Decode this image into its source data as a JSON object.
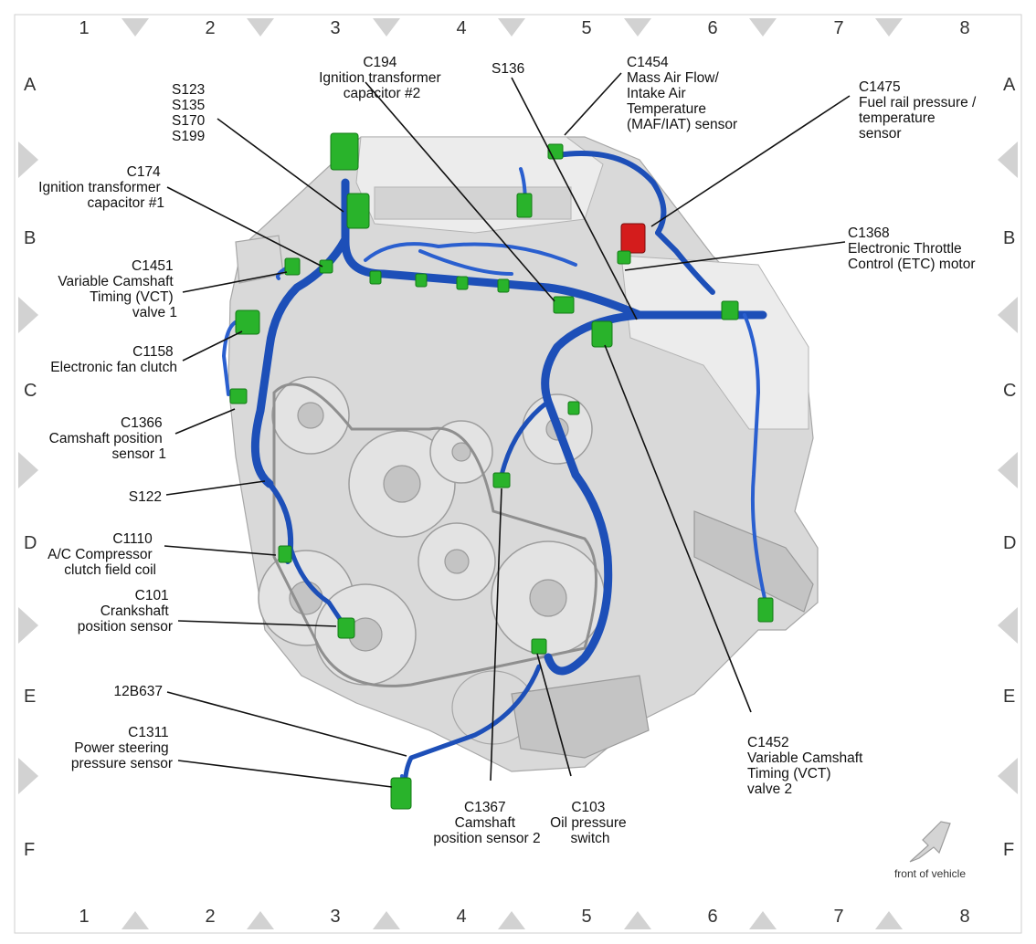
{
  "grid": {
    "columns": [
      "1",
      "2",
      "3",
      "4",
      "5",
      "6",
      "7",
      "8"
    ],
    "rows": [
      "A",
      "B",
      "C",
      "D",
      "E",
      "F"
    ]
  },
  "labels": {
    "c194": [
      "C194",
      "Ignition transformer",
      "capacitor #2"
    ],
    "s136": [
      "S136"
    ],
    "c1454": [
      "C1454",
      "Mass Air Flow/",
      "Intake Air",
      "Temperature",
      "(MAF/IAT) sensor"
    ],
    "c1475": [
      "C1475",
      "Fuel rail pressure /",
      "temperature",
      "sensor"
    ],
    "s123": [
      "S123",
      "S135",
      "S170",
      "S199"
    ],
    "c174": [
      "C174",
      "Ignition transformer",
      "capacitor #1"
    ],
    "c1368": [
      "C1368",
      "Electronic Throttle",
      "Control (ETC) motor"
    ],
    "c1451": [
      "C1451",
      "Variable Camshaft",
      "Timing (VCT)",
      "valve 1"
    ],
    "c1158": [
      "C1158",
      "Electronic fan clutch"
    ],
    "c1366": [
      "C1366",
      "Camshaft position",
      "sensor 1"
    ],
    "s122": [
      "S122"
    ],
    "c1110": [
      "C1110",
      "A/C Compressor",
      "clutch field coil"
    ],
    "c101": [
      "C101",
      "Crankshaft",
      "position sensor"
    ],
    "b12637": [
      "12B637"
    ],
    "c1311": [
      "C1311",
      "Power steering",
      "pressure sensor"
    ],
    "c1452": [
      "C1452",
      "Variable Camshaft",
      "Timing (VCT)",
      "valve 2"
    ],
    "c1367": [
      "C1367",
      "Camshaft",
      "position sensor 2"
    ],
    "c103": [
      "C103",
      "Oil pressure",
      "switch"
    ]
  },
  "front_of_vehicle": "front of vehicle",
  "colors": {
    "harness": "#1d4fb8",
    "connector": "#29b32b",
    "connector_highlight": "#d41c1c",
    "engine": "#d9d9d9"
  }
}
